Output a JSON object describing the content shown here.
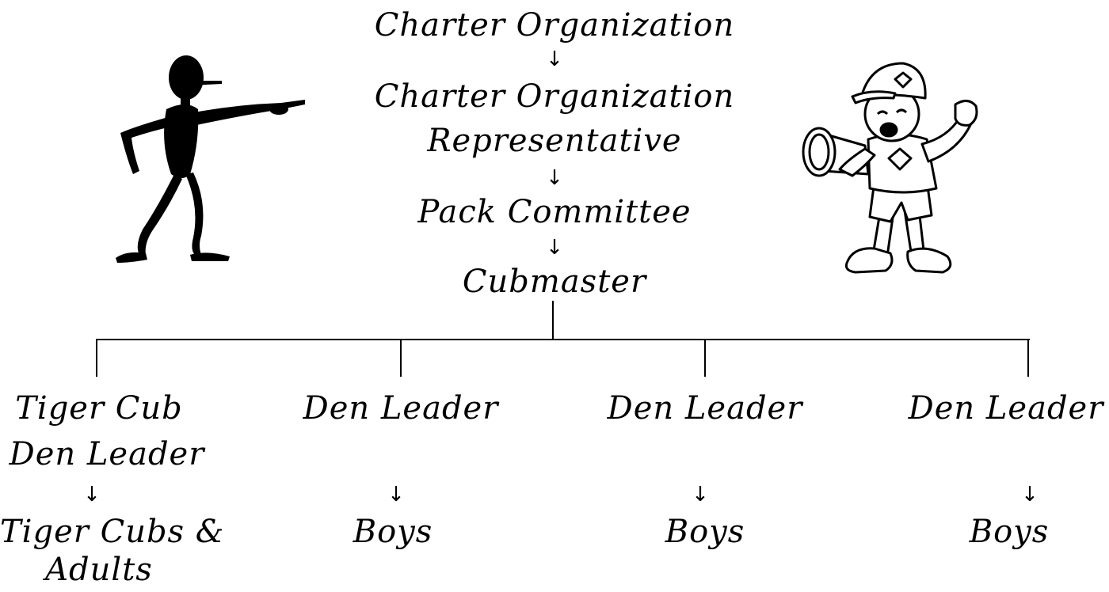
{
  "chain": {
    "charter_org": "Charter Organization",
    "charter_rep_line1": "Charter Organization",
    "charter_rep_line2": "Representative",
    "pack_committee": "Pack Committee",
    "cubmaster": "Cubmaster"
  },
  "arrow_glyph": "↓",
  "branches": [
    {
      "leader_line1": "Tiger Cub",
      "leader_line2": "Den Leader",
      "members_line1": "Tiger Cubs &",
      "members_line2": "Adults"
    },
    {
      "leader_line1": "Den Leader",
      "members_line1": "Boys"
    },
    {
      "leader_line1": "Den Leader",
      "members_line1": "Boys"
    },
    {
      "leader_line1": "Den Leader",
      "members_line1": "Boys"
    }
  ],
  "illustrations": {
    "left": "pointing-stick-figure-icon",
    "right": "cub-scout-megaphone-icon"
  },
  "colors": {
    "ink": "#000000",
    "background": "#ffffff"
  }
}
